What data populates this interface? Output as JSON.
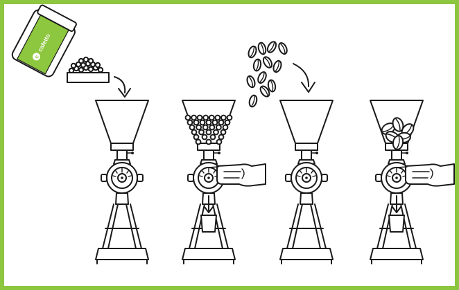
{
  "brand": {
    "label": "cafetto",
    "logo_letter": "c",
    "color": "#8dc63f"
  },
  "frame": {
    "border_color": "#8dc63f"
  },
  "panels": [
    {
      "step": 1,
      "hopper": "empty",
      "input": "tablets-poured-from-canister",
      "cup": false,
      "hand": false
    },
    {
      "step": 2,
      "hopper": "filled-with-tablets",
      "input": "none",
      "cup": true,
      "hand": true
    },
    {
      "step": 3,
      "hopper": "empty",
      "input": "coffee-beans-poured",
      "cup": false,
      "hand": false
    },
    {
      "step": 4,
      "hopper": "filled-with-beans",
      "input": "none",
      "cup": true,
      "hand": true
    }
  ]
}
